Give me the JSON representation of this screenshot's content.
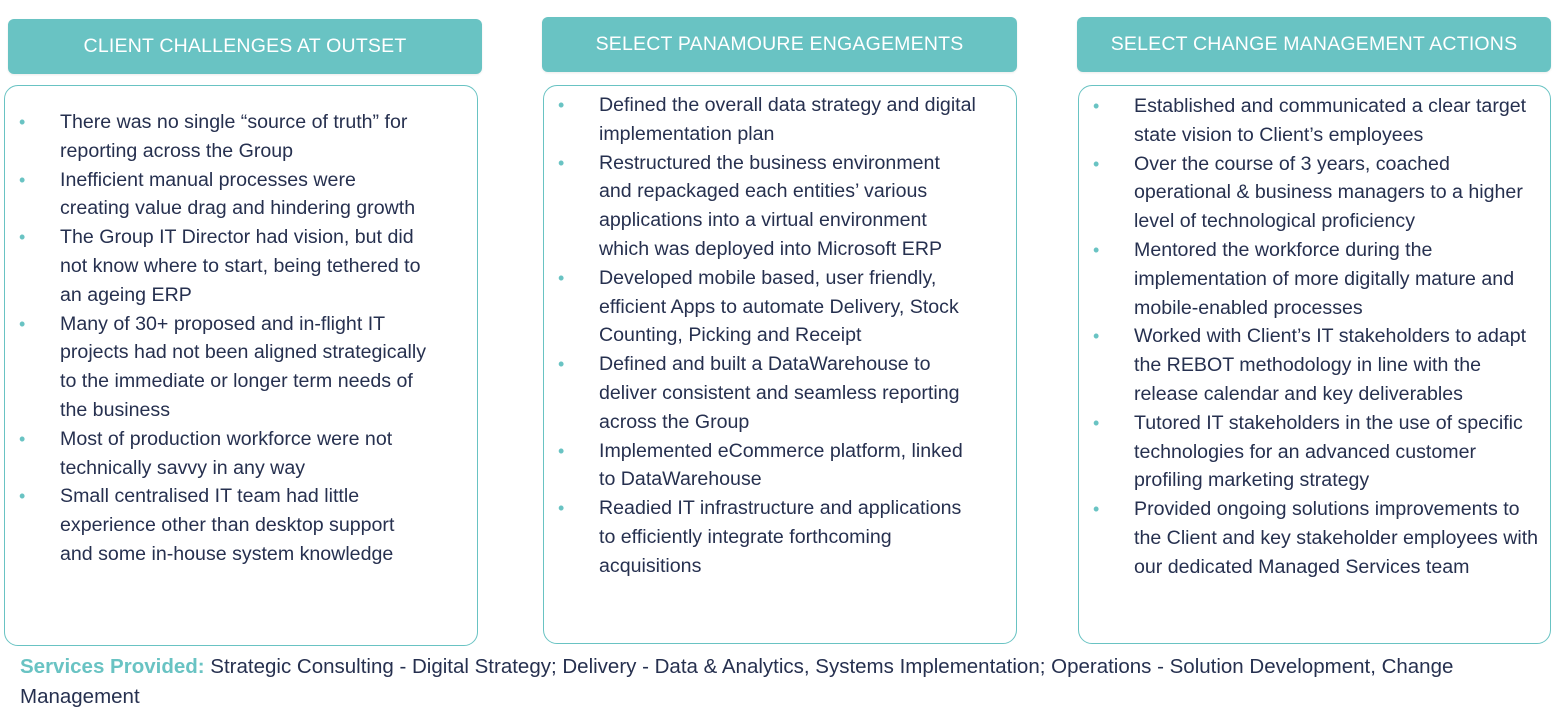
{
  "columns": [
    {
      "title": "CLIENT CHALLENGES AT OUTSET",
      "items": [
        "There was no single “source of truth” for reporting across the Group",
        "Inefficient manual processes were creating value drag and hindering growth",
        "The Group IT Director had vision, but did not know where to start, being tethered to an ageing ERP",
        "Many of 30+ proposed and in-flight IT projects had not been aligned strategically to the immediate or longer term needs of the business",
        "Most of production workforce were not technically savvy in any way",
        "Small centralised IT team had little experience other than desktop support and some in-house system knowledge"
      ]
    },
    {
      "title": "SELECT PANAMOURE ENGAGEMENTS",
      "items": [
        "Defined the overall data strategy and digital implementation plan",
        "Restructured the business environment and repackaged each entities’ various applications into a virtual environment which was deployed into Microsoft ERP",
        "Developed mobile based, user friendly, efficient Apps to automate Delivery, Stock Counting, Picking and Receipt",
        "Defined and built a DataWarehouse to deliver consistent and seamless reporting across the Group",
        "Implemented eCommerce platform, linked to DataWarehouse",
        "Readied IT infrastructure and applications to efficiently integrate forthcoming acquisitions"
      ]
    },
    {
      "title": "SELECT CHANGE MANAGEMENT ACTIONS",
      "items": [
        "Established and communicated a clear target state vision to Client’s employees",
        "Over the course of 3 years, coached operational & business managers to a higher level of technological proficiency",
        "Mentored the workforce during the implementation of more digitally mature and mobile-enabled processes",
        "Worked with Client’s IT stakeholders to adapt the REBOT methodology in line with the release calendar and key deliverables",
        "Tutored IT stakeholders in the use of specific technologies for an advanced customer profiling marketing strategy",
        "Provided ongoing solutions improvements to the Client and key stakeholder employees with our dedicated Managed Services team"
      ]
    }
  ],
  "footer": {
    "lead": "Services Provided:",
    "text": "Strategic Consulting - Digital Strategy; Delivery - Data & Analytics, Systems Implementation; Operations - Solution Development, Change Management"
  },
  "bullet_glyph": "•",
  "colors": {
    "accent": "#69c3c3",
    "text": "#26304f",
    "header_text": "#ffffff"
  }
}
